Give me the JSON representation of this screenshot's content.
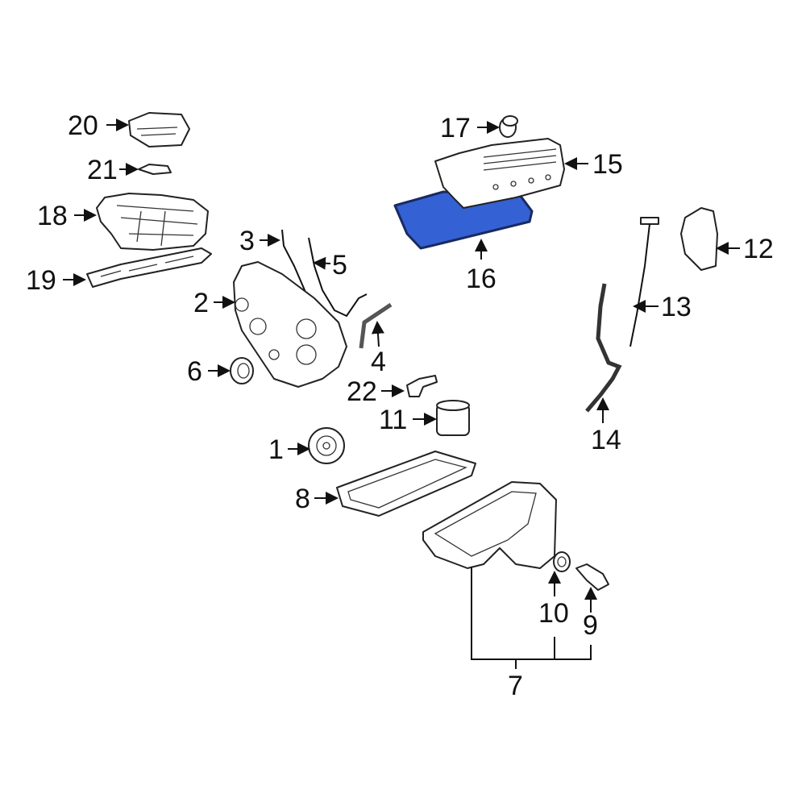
{
  "diagram": {
    "highlight_color": "#3462d4",
    "highlighted_part": "16",
    "callouts": {
      "p1": "1",
      "p2": "2",
      "p3": "3",
      "p4": "4",
      "p5": "5",
      "p6": "6",
      "p7": "7",
      "p8": "8",
      "p9": "9",
      "p10": "10",
      "p11": "11",
      "p12": "12",
      "p13": "13",
      "p14": "14",
      "p15": "15",
      "p16": "16",
      "p17": "17",
      "p18": "18",
      "p19": "19",
      "p20": "20",
      "p21": "21",
      "p22": "22"
    }
  }
}
